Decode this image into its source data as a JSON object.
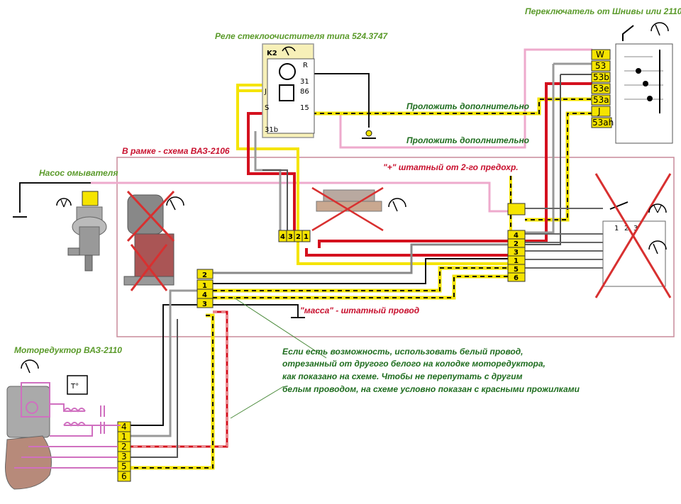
{
  "labels": {
    "switch_title": "Переключатель от Шнивы или 2110",
    "relay_title": "Реле стеклоочистителя типа 524.3747",
    "frame_title": "В рамке - схема ВАЗ-2106",
    "pump_title": "Насос омывателя",
    "motor_title": "Моторедуктор ВАЗ-2110",
    "plus_label": "\"+\" штатный от 2-го предохр.",
    "ground_label": "\"масса\" - штатный провод",
    "route1": "Проложить дополнительно",
    "route2": "Проложить дополнительно"
  },
  "note": {
    "line1": "Если есть возможность, использовать белый провод,",
    "line2": "отрезанный от другого белого на колодке моторедуктора,",
    "line3": "как показано на схеме. Чтобы не перепутать с другим",
    "line4": "белым проводом, на схеме условно показан с красными прожилками"
  },
  "relay": {
    "name": "K2",
    "pins": {
      "R": "R",
      "p31": "31",
      "p86": "86",
      "J": "J",
      "S": "S",
      "p15": "15",
      "p31b": "31b"
    }
  },
  "switch_pins": [
    "W",
    "53",
    "53b",
    "53e",
    "53a",
    "J",
    "53ah"
  ],
  "connector_4321": [
    "4",
    "3",
    "2",
    "1"
  ],
  "connector_mid": [
    "2",
    "1",
    "4",
    "3"
  ],
  "connector_right": [
    "4",
    "2",
    "3",
    "1",
    "5",
    "6"
  ],
  "connector_motor": [
    "4",
    "1",
    "2",
    "3",
    "5",
    "6"
  ],
  "old_switch_pins": [
    "1",
    "2",
    "3"
  ],
  "motor_temp_label": "T°",
  "colors": {
    "frame": "#c98a9a",
    "red_wire": "#d4101e",
    "yellow_wire": "#f5e400",
    "pink_wire": "#eeaacc",
    "pin_yellow": "#f0e060",
    "cross": "#d83030"
  }
}
